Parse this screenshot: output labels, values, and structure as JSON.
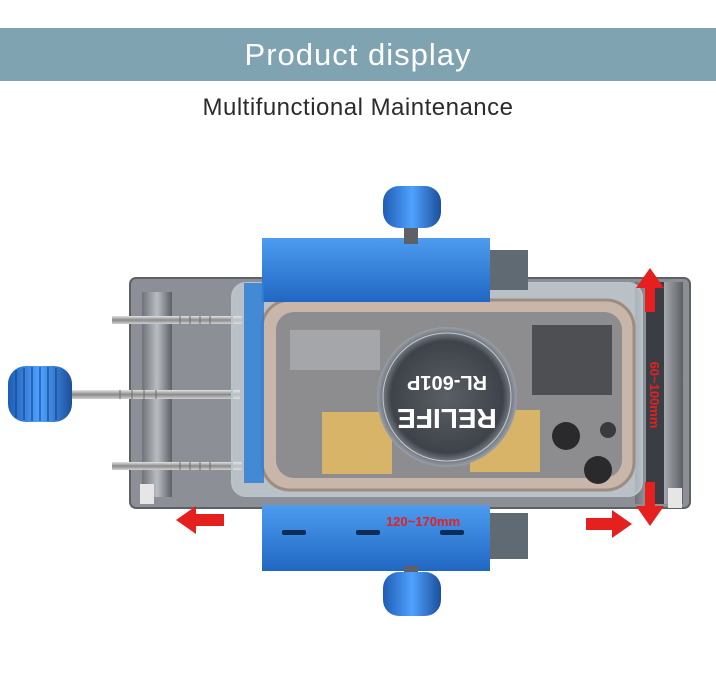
{
  "banner": {
    "title": "Product display"
  },
  "subtitle": "Multifunctional Maintenance",
  "fixture": {
    "width_range": "120~170mm",
    "height_range": "60~100mm",
    "logo_text": "RELIFE",
    "model_text": "RL-601P"
  },
  "colors": {
    "banner": "#7fa3b1",
    "blue_metal": "#2f7fd6",
    "arrow_red": "#e5201f"
  }
}
